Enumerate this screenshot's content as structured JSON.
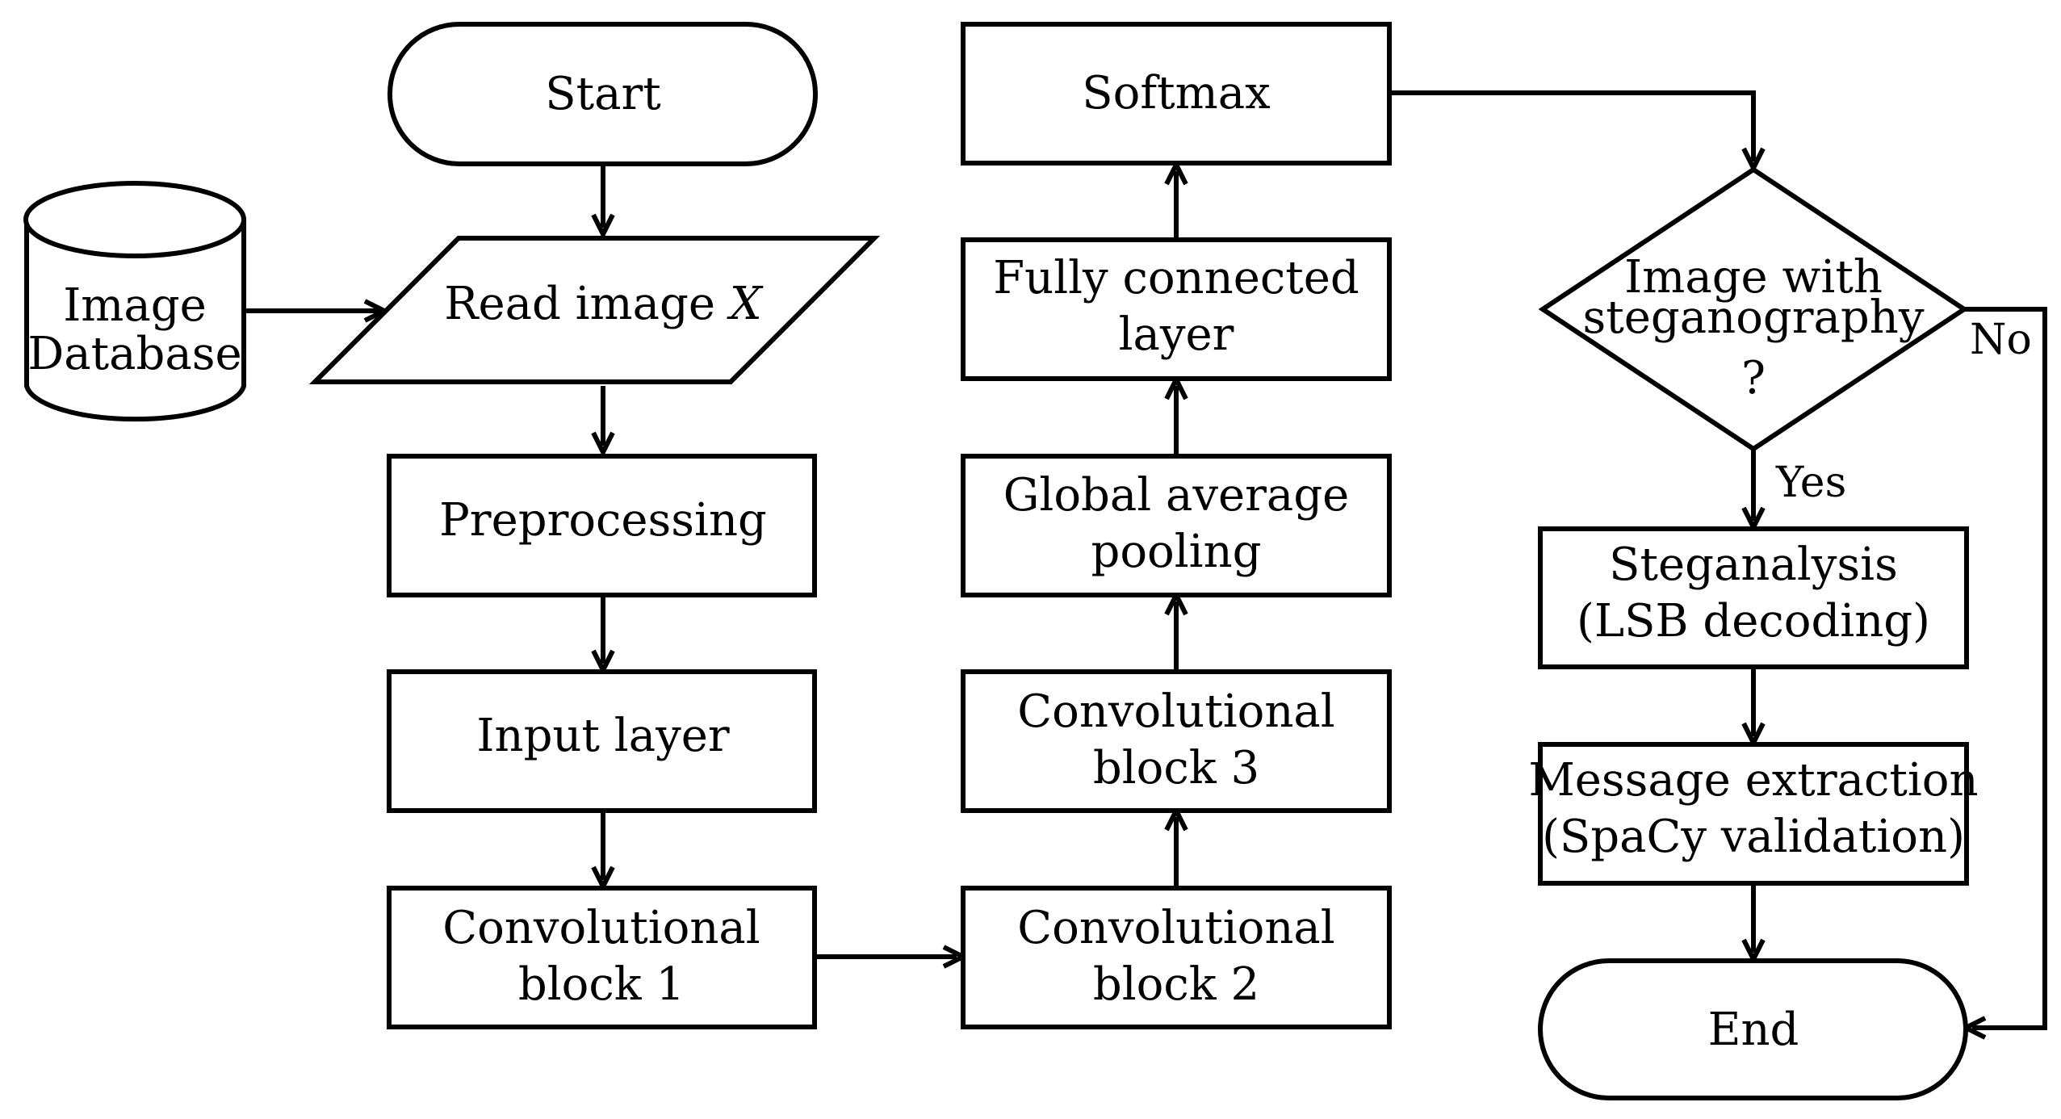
{
  "nodes": {
    "start": {
      "lines": [
        "Start"
      ]
    },
    "database": {
      "lines": [
        "Image",
        "Database"
      ]
    },
    "read_image": {
      "text": "Read image ",
      "var": "X"
    },
    "preprocessing": {
      "lines": [
        "Preprocessing"
      ]
    },
    "input_layer": {
      "lines": [
        "Input layer"
      ]
    },
    "conv_block_1": {
      "lines": [
        "Convolutional",
        "block 1"
      ]
    },
    "conv_block_2": {
      "lines": [
        "Convolutional",
        "block 2"
      ]
    },
    "conv_block_3": {
      "lines": [
        "Convolutional",
        "block 3"
      ]
    },
    "global_avg_pooling": {
      "lines": [
        "Global average",
        "pooling"
      ]
    },
    "fully_connected": {
      "lines": [
        "Fully connected",
        "layer"
      ]
    },
    "softmax": {
      "lines": [
        "Softmax"
      ]
    },
    "decision": {
      "lines": [
        "Image with",
        "steganography",
        "?"
      ]
    },
    "steganalysis": {
      "lines": [
        "Steganalysis",
        "(LSB decoding)"
      ]
    },
    "message_extraction": {
      "lines": [
        "Message extraction",
        "(SpaCy validation)"
      ]
    },
    "end": {
      "lines": [
        "End"
      ]
    }
  },
  "edges": {
    "yes_label": "Yes",
    "no_label": "No"
  }
}
